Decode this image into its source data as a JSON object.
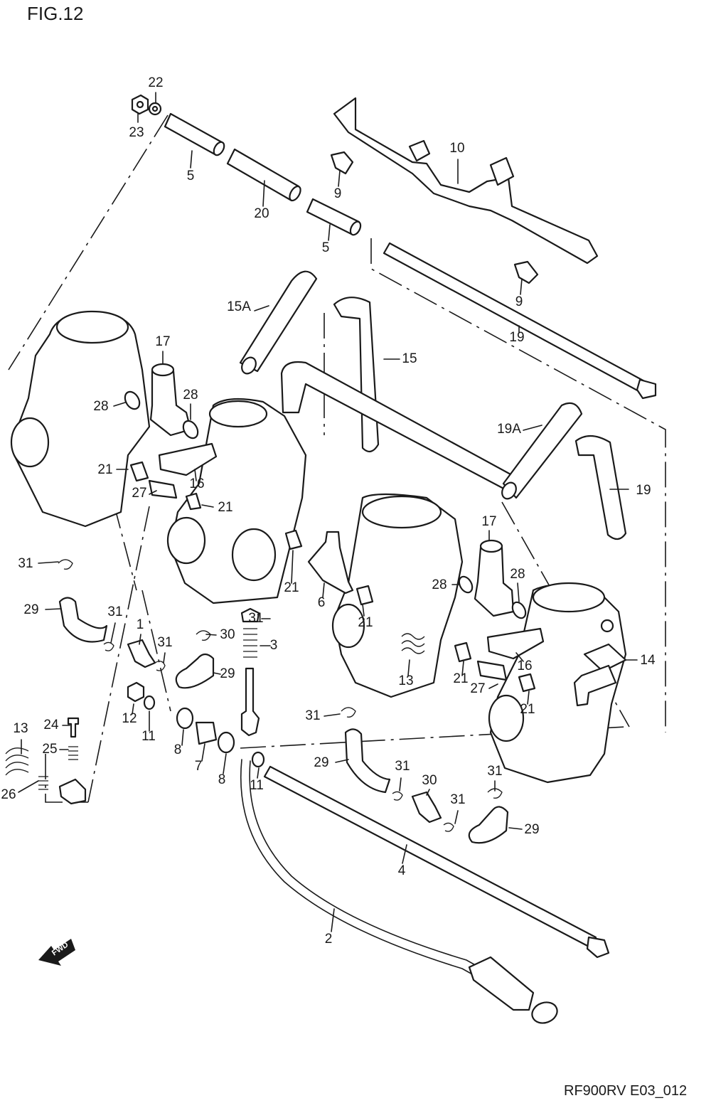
{
  "figure": {
    "title": "FIG.12",
    "code": "RF900RV E03_012",
    "fwd_label": "FWD"
  },
  "callouts": [
    {
      "label": "22"
    },
    {
      "label": "23"
    },
    {
      "label": "5"
    },
    {
      "label": "20"
    },
    {
      "label": "9"
    },
    {
      "label": "5"
    },
    {
      "label": "10"
    },
    {
      "label": "9"
    },
    {
      "label": "15A"
    },
    {
      "label": "15"
    },
    {
      "label": "19"
    },
    {
      "label": "17"
    },
    {
      "label": "28"
    },
    {
      "label": "28"
    },
    {
      "label": "19A"
    },
    {
      "label": "21"
    },
    {
      "label": "16"
    },
    {
      "label": "27"
    },
    {
      "label": "21"
    },
    {
      "label": "19"
    },
    {
      "label": "17"
    },
    {
      "label": "31"
    },
    {
      "label": "21"
    },
    {
      "label": "6"
    },
    {
      "label": "21"
    },
    {
      "label": "28"
    },
    {
      "label": "28"
    },
    {
      "label": "29"
    },
    {
      "label": "31"
    },
    {
      "label": "1"
    },
    {
      "label": "30"
    },
    {
      "label": "31"
    },
    {
      "label": "31"
    },
    {
      "label": "3"
    },
    {
      "label": "29"
    },
    {
      "label": "14"
    },
    {
      "label": "16"
    },
    {
      "label": "13"
    },
    {
      "label": "21"
    },
    {
      "label": "27"
    },
    {
      "label": "21"
    },
    {
      "label": "12"
    },
    {
      "label": "11"
    },
    {
      "label": "13"
    },
    {
      "label": "24"
    },
    {
      "label": "25"
    },
    {
      "label": "8"
    },
    {
      "label": "7"
    },
    {
      "label": "8"
    },
    {
      "label": "31"
    },
    {
      "label": "11"
    },
    {
      "label": "29"
    },
    {
      "label": "31"
    },
    {
      "label": "30"
    },
    {
      "label": "31"
    },
    {
      "label": "26"
    },
    {
      "label": "31"
    },
    {
      "label": "29"
    },
    {
      "label": "4"
    },
    {
      "label": "2"
    }
  ]
}
